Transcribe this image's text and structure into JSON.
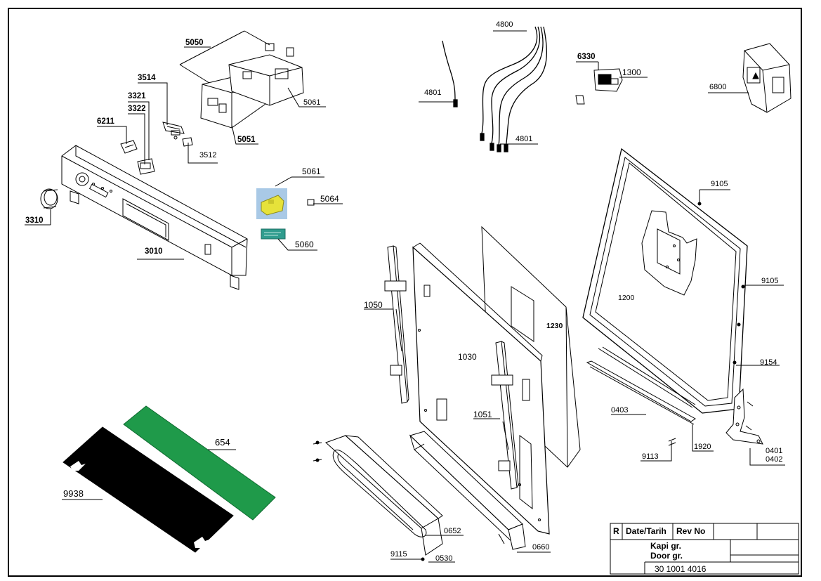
{
  "title_block": {
    "r": "R",
    "date": "Date/Tarih",
    "rev": "Rev No",
    "name_tr": "Kapi gr.",
    "name_en": "Door gr.",
    "drawing_no": "30 1001 4016"
  },
  "parts": {
    "p5050": "5050",
    "p3514": "3514",
    "p3321": "3321",
    "p3322": "3322",
    "p6211": "6211",
    "p5061a": "5061",
    "p5051": "5051",
    "p3512": "3512",
    "p3310": "3310",
    "p3010": "3010",
    "p5061b": "5061",
    "p5064": "5064",
    "p5060": "5060",
    "p4800": "4800",
    "p4801a": "4801",
    "p4801b": "4801",
    "p6330": "6330",
    "p1300": "1300",
    "p6800": "6800",
    "p9105a": "9105",
    "p9105b": "9105",
    "p1200": "1200",
    "p1230": "1230",
    "p1050": "1050",
    "p1030": "1030",
    "p1051": "1051",
    "p9154": "9154",
    "p0403": "0403",
    "p9113": "9113",
    "p1920": "1920",
    "p0401": "0401",
    "p0402": "0402",
    "p654": "654",
    "p9938": "9938",
    "p0652": "0652",
    "p9115": "9115",
    "p0530": "0530",
    "p0660": "0660"
  },
  "colors": {
    "line": "#000000",
    "green_strip": "#1f9a4a",
    "black_sheet": "#000000",
    "module_yellow": "#e6e23a",
    "module_bg": "#a9c9e6",
    "board_teal": "#2f9c8e"
  }
}
